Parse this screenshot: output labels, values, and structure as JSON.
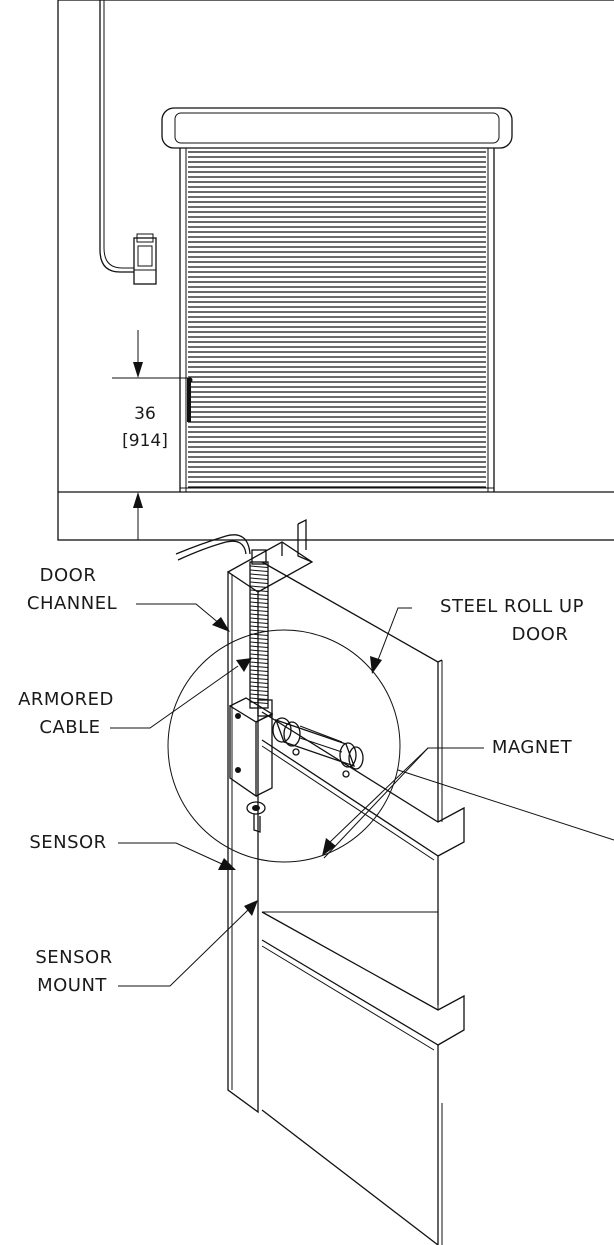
{
  "elevation": {
    "dimension_value": "36",
    "dimension_metric": "[914]"
  },
  "callouts": {
    "door_channel": [
      "DOOR",
      "CHANNEL"
    ],
    "steel_roll_up_door": [
      "STEEL ROLL UP",
      "DOOR"
    ],
    "armored_cable": [
      "ARMORED",
      "CABLE"
    ],
    "magnet": "MAGNET",
    "sensor": "SENSOR",
    "sensor_mount": [
      "SENSOR",
      "MOUNT"
    ]
  },
  "colors": {
    "ink": "#111111",
    "paper": "#ffffff"
  }
}
